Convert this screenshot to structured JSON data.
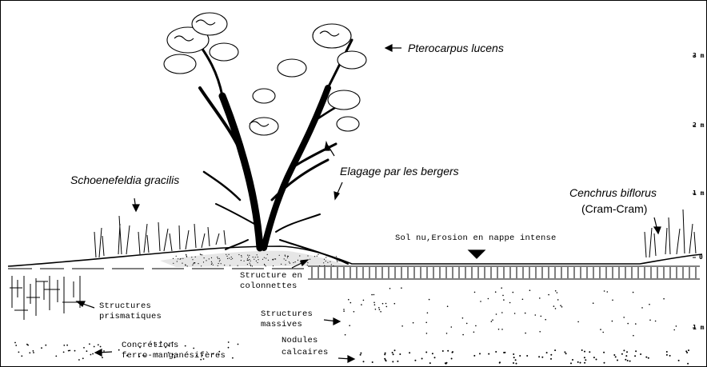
{
  "labels": {
    "pterocarpus": "Pterocarpus lucens",
    "schoenefeldia": "Schoenefeldia gracilis",
    "elagage": "Elagage par les bergers",
    "cenchrus": "Cenchrus biflorus",
    "cram_cram": "(Cram-Cram)",
    "sol_nu": "Sol nu,Erosion en nappe intense",
    "structure_line1": "Structure en",
    "structure_line2": "colonnettes",
    "prismatiques_line1": "Structures",
    "prismatiques_line2": "prismatiques",
    "massives_line1": "Structures",
    "massives_line2": "massives",
    "concretions_line1": "Concrétions",
    "concretions_line2": "ferro-manganésifères",
    "nodules_line1": "Nodules",
    "nodules_line2": "calcaires"
  },
  "scale_marks": [
    "3 m",
    "2 m",
    "1 m",
    "0",
    "1 m"
  ]
}
